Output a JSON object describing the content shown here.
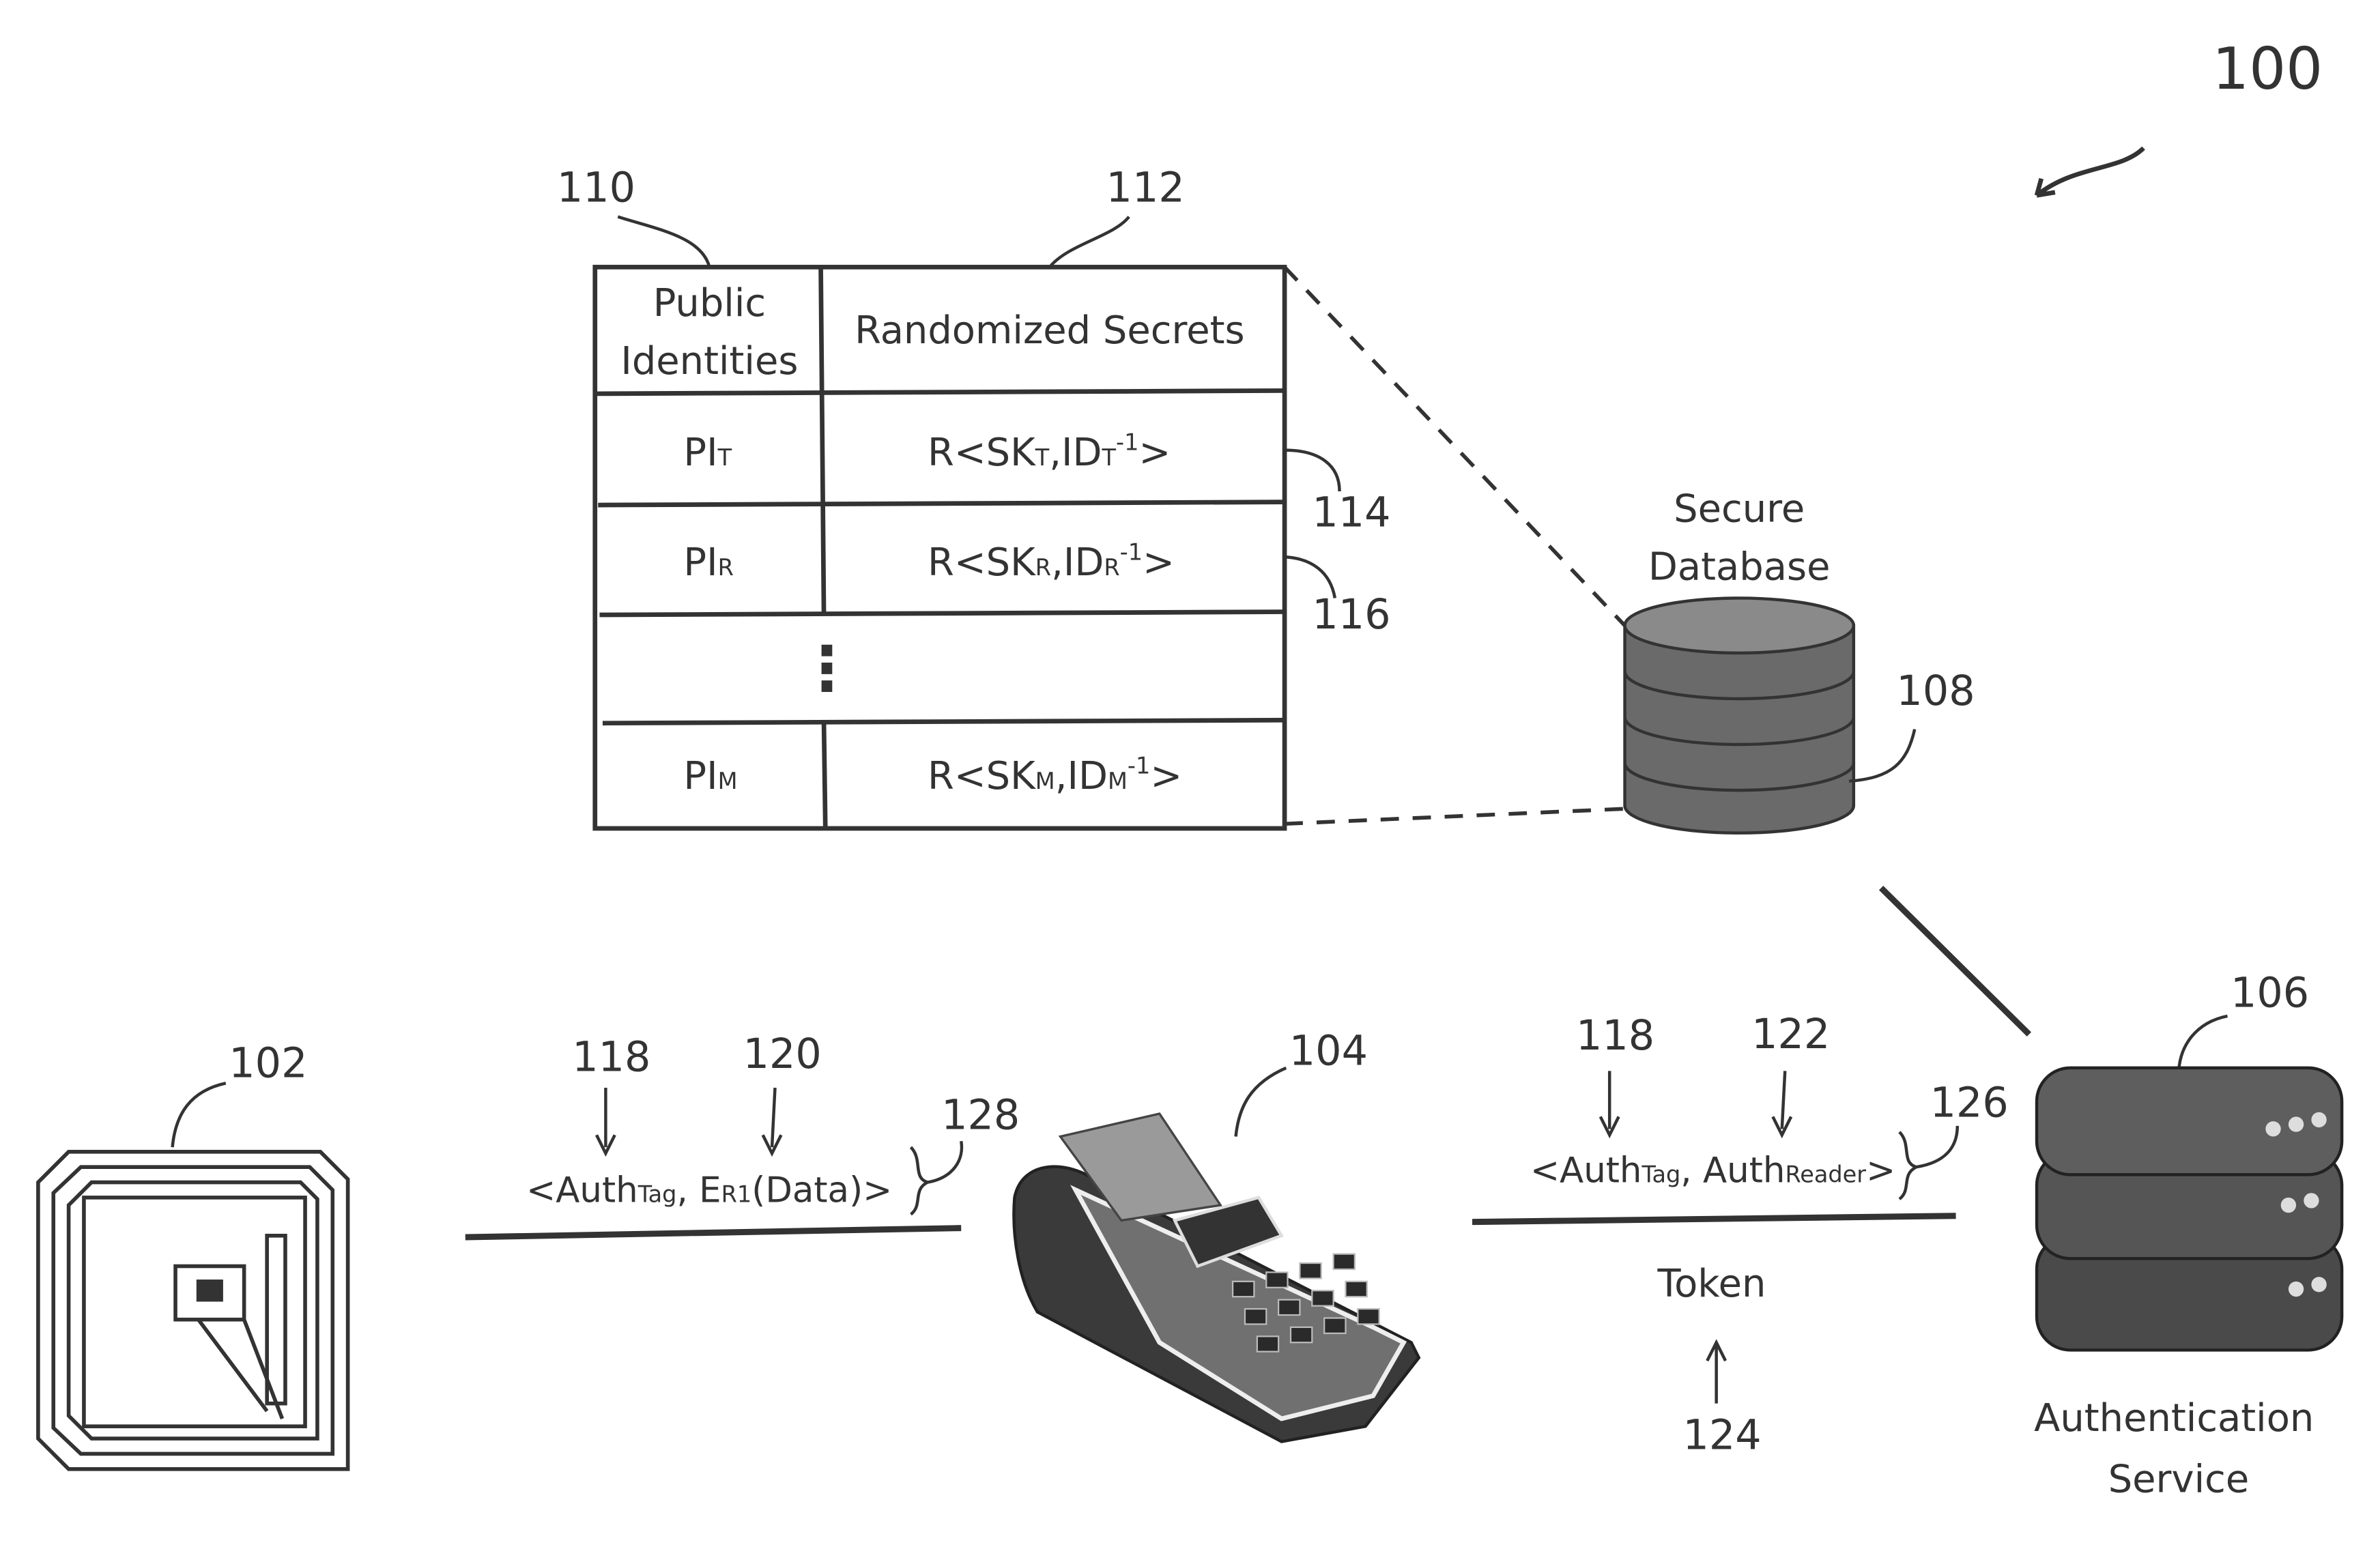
{
  "figure_number": "100",
  "refs": {
    "tag": "102",
    "reader": "104",
    "auth_service": "106",
    "database": "108",
    "public_identities_col": "110",
    "randomized_secrets_col": "112",
    "row_t": "114",
    "row_r": "116",
    "authtag_left": "118",
    "encrypted_data": "120",
    "message_left": "128",
    "authtag_right": "118",
    "authreader": "122",
    "message_right": "126",
    "token": "124"
  },
  "table": {
    "header_left_line1": "Public",
    "header_left_line2": "Identities",
    "header_right": "Randomized Secrets",
    "ellipsis": "⋮",
    "rows": [
      {
        "pi": "PI",
        "pi_sub": "T",
        "r1": "R<SK",
        "s1": "T",
        "r2": ",ID",
        "s2": "T",
        "sup": "-1",
        "r3": ">"
      },
      {
        "pi": "PI",
        "pi_sub": "R",
        "r1": "R<SK",
        "s1": "R",
        "r2": ",ID",
        "s2": "R",
        "sup": "-1",
        "r3": ">"
      },
      {
        "pi": "PI",
        "pi_sub": "M",
        "r1": "R<SK",
        "s1": "M",
        "r2": ",ID",
        "s2": "M",
        "sup": "-1",
        "r3": ">"
      }
    ]
  },
  "database": {
    "line1": "Secure",
    "line2": "Database"
  },
  "auth_service": {
    "line1": "Authentication",
    "line2": "Service"
  },
  "message_left": {
    "a": "<Auth",
    "a_sub": "Tag",
    "b": ", E",
    "b_sub": "R1",
    "c": "(Data)>"
  },
  "message_right": {
    "a": "<Auth",
    "a_sub": "Tag",
    "b": ", Auth",
    "b_sub": "Reader",
    "c": ">"
  },
  "token_label": "Token"
}
